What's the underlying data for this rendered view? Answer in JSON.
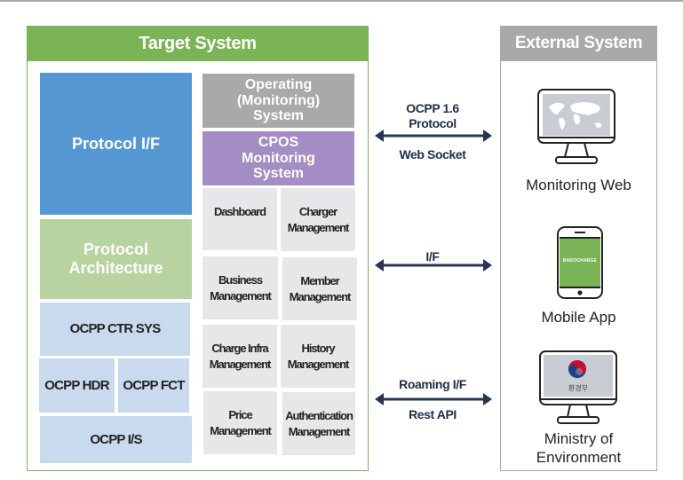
{
  "target_system": {
    "title": "Target System",
    "header_color": "#7ab456",
    "protocol_if": {
      "label": "Protocol I/F",
      "color": "#5497d3"
    },
    "protocol_architecture": {
      "label_line1": "Protocol",
      "label_line2": "Architecture",
      "color": "#b8d3a0"
    },
    "ocpp_blocks": {
      "color": "#c9d9ee",
      "ctr_sys": "OCPP CTR SYS",
      "hdr": "OCPP HDR",
      "fct": "OCPP FCT",
      "is": "OCPP I/S"
    },
    "operating_system": {
      "line1": "Operating",
      "line2": "(Monitoring)",
      "line3": "System",
      "color": "#a8a9ab"
    },
    "cpos_system": {
      "line1": "CPOS",
      "line2": "Monitoring",
      "line3": "System",
      "color": "#a38dc4"
    },
    "modules": [
      {
        "line1": "Dashboard",
        "line2": ""
      },
      {
        "line1": "Charger",
        "line2": "Management"
      },
      {
        "line1": "Business",
        "line2": "Management"
      },
      {
        "line1": "Member",
        "line2": "Management"
      },
      {
        "line1": "Charge Infra",
        "line2": "Management"
      },
      {
        "line1": "History",
        "line2": "Management"
      },
      {
        "line1": "Price",
        "line2": "Management"
      },
      {
        "line1": "Authentication",
        "line2": "Management"
      }
    ]
  },
  "connections": [
    {
      "above_line1": "OCPP 1.6",
      "above_line2": "Protocol",
      "below": "Web Socket"
    },
    {
      "above_line1": "I/F",
      "above_line2": "",
      "below": ""
    },
    {
      "above_line1": "Roaming I/F",
      "above_line2": "",
      "below": "Rest API"
    }
  ],
  "external_system": {
    "title": "External System",
    "header_color": "#a8a9ab",
    "items": [
      {
        "label": "Monitoring Web",
        "icon": "monitor-world-map-icon"
      },
      {
        "label": "Mobile App",
        "icon": "smartphone-app-icon",
        "screen_text": "BAROCHARGE",
        "screen_color": "#7ab456"
      },
      {
        "label_line1": "Ministry of",
        "label_line2": "Environment",
        "icon": "monitor-ministry-logo-icon",
        "screen_text": "환경부"
      }
    ]
  }
}
